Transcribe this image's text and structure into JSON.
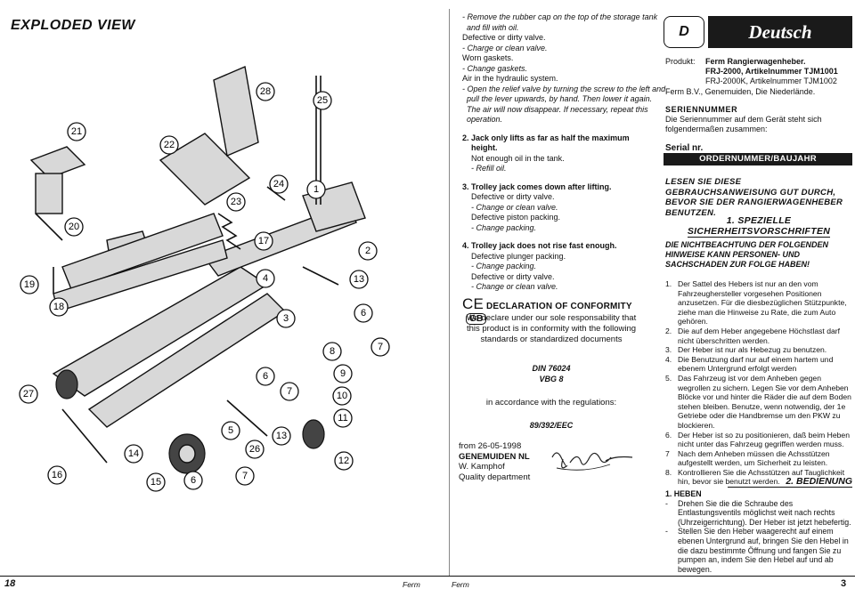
{
  "left_page": {
    "title": "EXPLODED VIEW",
    "part_numbers": [
      "21",
      "22",
      "28",
      "25",
      "23",
      "24",
      "1",
      "20",
      "17",
      "2",
      "19",
      "18",
      "4",
      "13",
      "6",
      "3",
      "8",
      "7",
      "9",
      "27",
      "6",
      "7",
      "10",
      "11",
      "12",
      "14",
      "26",
      "16",
      "15",
      "6",
      "7",
      "5",
      "13"
    ]
  },
  "middle": {
    "lines_intro": [
      {
        "t": "- Remove the rubber cap on the top of the storage tank",
        "s": "it"
      },
      {
        "t": "  and fill with oil.",
        "s": "it"
      },
      {
        "t": "Defective or dirty valve.",
        "s": ""
      },
      {
        "t": "- Charge or clean valve.",
        "s": "it"
      },
      {
        "t": "Worn gaskets.",
        "s": ""
      },
      {
        "t": "- Change gaskets.",
        "s": "it"
      },
      {
        "t": "Air in the hydraulic system.",
        "s": ""
      },
      {
        "t": "- Open the relief valve by turning the screw to the left and",
        "s": "it"
      },
      {
        "t": "  pull the lever upwards, by hand. Then lower it again.",
        "s": "it"
      },
      {
        "t": "  The air will now disappear. If necessary, repeat this",
        "s": "it"
      },
      {
        "t": "  operation.",
        "s": "it"
      }
    ],
    "sec2": [
      {
        "t": "2. Jack only lifts as far as half the maximum",
        "s": "bld"
      },
      {
        "t": "    height.",
        "s": "bld"
      },
      {
        "t": "    Not enough oil in the tank.",
        "s": ""
      },
      {
        "t": "    - Refill oil.",
        "s": "it"
      }
    ],
    "sec3": [
      {
        "t": "3. Trolley jack comes down after lifting.",
        "s": "bld"
      },
      {
        "t": "    Defective or dirty valve.",
        "s": ""
      },
      {
        "t": "    - Change or clean valve.",
        "s": "it"
      },
      {
        "t": "    Defective piston packing.",
        "s": ""
      },
      {
        "t": "    - Change packing.",
        "s": "it"
      }
    ],
    "sec4": [
      {
        "t": "4. Trolley jack does not rise fast enough.",
        "s": "bld"
      },
      {
        "t": "    Defective plunger packing.",
        "s": ""
      },
      {
        "t": "    - Change packing.",
        "s": "it"
      },
      {
        "t": "    Defective or dirty valve.",
        "s": ""
      },
      {
        "t": "    - Change or clean valve.",
        "s": "it"
      }
    ],
    "ce": {
      "mark": "CE",
      "title": "DECLARATION OF CONFORMITY",
      "country": "GB",
      "body": "We declare under our sole responsability that this product is in conformity with the following standards or standardized documents",
      "din": "DIN 76024",
      "vbg": "VBG 8",
      "accord": "in accordance with the regulations:",
      "reg": "89/392/EEC"
    },
    "from": [
      "from 26-05-1998",
      "GENEMUIDEN NL",
      "W. Kamphof",
      "Quality department"
    ]
  },
  "right": {
    "lang_letter": "D",
    "lang_name": "Deutsch",
    "produkt_label": "Produkt:",
    "produkt_lines": [
      "Ferm Rangierwagenheber.",
      "FRJ-2000, Artikelnummer TJM1001",
      "FRJ-2000K, Artikelnummer TJM1002"
    ],
    "ferm_address": "Ferm B.V., Genemuiden, Die Niederlände.",
    "serien_title": "SERIENNUMMER",
    "serien_text": "Die Seriennummer auf dem Gerät steht sich folgendermaßen zusammen:",
    "serial_label": "Serial nr.",
    "order_bar": "ORDERNUMMER/BAUJAHR",
    "warn1": "LESEN SIE DIESE GEBRAUCHSANWEISUNG GUT DURCH, BEVOR SIE DER RANGIERWAGENHEBER BENUTZEN.",
    "sec1_a": "1. SPEZIELLE",
    "sec1_b": "SICHERHEITSVORSCHRIFTEN",
    "warn2": "DIE NICHTBEACHTUNG DER FOLGENDEN HINWEISE KANN PERSONEN- UND SACHSCHADEN ZUR FOLGE HABEN!",
    "list1": [
      {
        "n": "1.",
        "t": "Der Sattel des Hebers ist nur an den vom Fahrzeughersteller vorgesehen Positionen anzusetzen. Für die diesbezüglichen Stützpunkte, ziehe man die Hinweise zu Rate, die zum Auto gehören."
      },
      {
        "n": "2.",
        "t": "Die auf dem Heber angegebene Höchstlast darf nicht überschritten werden."
      },
      {
        "n": "3.",
        "t": "Der Heber ist nur als Hebezug zu benutzen."
      },
      {
        "n": "4.",
        "t": "Die Benutzung darf nur auf einem hartem und ebenem Untergrund erfolgt werden"
      },
      {
        "n": "5.",
        "t": "Das Fahrzeug ist vor dem Anheben gegen wegrollen zu sichern. Legen Sie vor dem Anheben Blöcke vor und hinter die Räder die auf dem Boden stehen bleiben. Benutze, wenn notwendig, der 1e Getriebe oder die Handbremse um den PKW zu blockieren."
      },
      {
        "n": "6.",
        "t": "Der Heber ist so zu positionieren, daß beim Heben nicht unter das Fahrzeug gegriffen werden muss."
      },
      {
        "n": "7",
        "t": "Nach dem Anheben müssen die Achsstützen aufgestellt werden, um Sicherheit zu leisten."
      },
      {
        "n": "8.",
        "t": "Kontrollieren Sie die Achsstützen auf Tauglichkeit hin, bevor sie benutzt werden."
      }
    ],
    "sec2_title": "2. BEDIENUNG",
    "heben_title": "1. HEBEN",
    "heben": [
      {
        "n": "-",
        "t": "Drehen Sie die die Schraube des Entlastungsventils möglichst weit nach rechts (Uhrzeigerrichtung). Der Heber ist jetzt hebefertig."
      },
      {
        "n": "-",
        "t": "Stellen Sie den Heber waagerecht auf einem ebenen Untergrund auf, bringen Sie den Hebel in die dazu bestimmte Öffnung und fangen Sie zu pumpen an, indem Sie den Hebel auf und ab bewegen."
      }
    ]
  },
  "footer": {
    "page_left": "18",
    "ferm_left": "Ferm",
    "ferm_right": "Ferm",
    "page_right": "3"
  }
}
